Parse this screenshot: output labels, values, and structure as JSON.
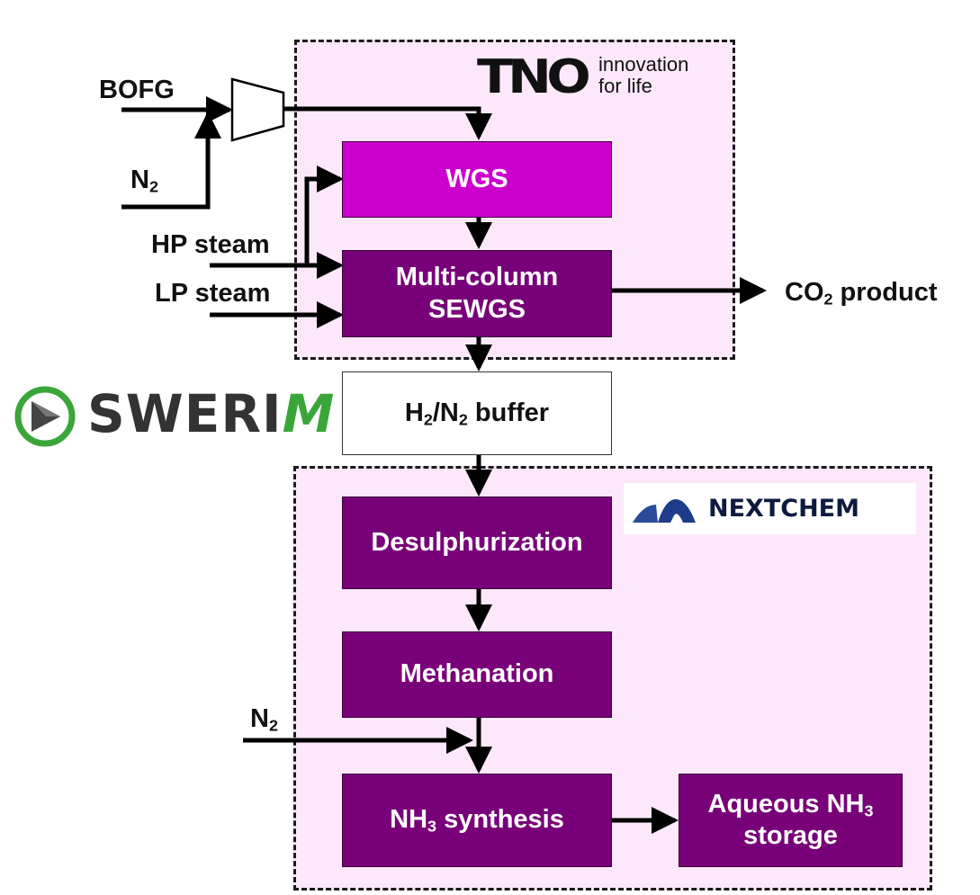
{
  "logos": {
    "tno": {
      "word": "TNO",
      "tagline_line1": "innovation",
      "tagline_line2": "for life"
    },
    "swerim": {
      "word_main": "SWERI",
      "word_accent": "M"
    },
    "nextchem": {
      "word": "NEXTCHEM"
    }
  },
  "inputs": {
    "bofg": "BOFG",
    "n2_top": {
      "base": "N",
      "sub": "2"
    },
    "hp_steam": "HP steam",
    "lp_steam": "LP steam",
    "n2_bottom": {
      "base": "N",
      "sub": "2"
    }
  },
  "blocks": {
    "wgs": "WGS",
    "sewgs_line1": "Multi-column",
    "sewgs_line2": "SEWGS",
    "buffer": {
      "h": "H",
      "h_sub": "2",
      "slash_n": "/N",
      "n_sub": "2",
      "rest": " buffer"
    },
    "desulphurization": "Desulphurization",
    "methanation": "Methanation",
    "nh3_synthesis": {
      "pre": "NH",
      "sub": "3",
      "post": " synthesis"
    },
    "aqueous": {
      "pre": "Aqueous NH",
      "sub": "3",
      "line2": "storage"
    }
  },
  "outputs": {
    "co2_product": {
      "pre": "CO",
      "sub": "2",
      "post": " product"
    }
  },
  "colors": {
    "zone_fill": "#fce8fa",
    "block_purple": "#780078",
    "block_magenta": "#cc00cc",
    "swerim_green": "#3aa63a",
    "nextchem_blue": "#2a4a9a"
  }
}
